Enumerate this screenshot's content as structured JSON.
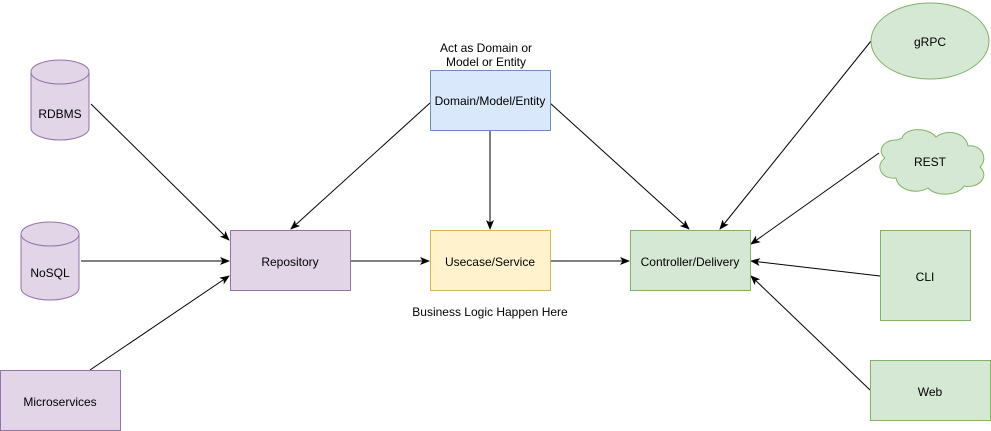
{
  "colors": {
    "purple_fill": "#e1d5e7",
    "purple_stroke": "#9673a6",
    "blue_fill": "#dae8fc",
    "blue_stroke": "#6c8ebf",
    "yellow_fill": "#fff2cc",
    "yellow_stroke": "#d6b656",
    "green_fill": "#d5e8d4",
    "green_stroke": "#82b366",
    "arrow": "#000000"
  },
  "nodes": {
    "rdbms": "RDBMS",
    "nosql": "NoSQL",
    "microservices": "Microservices",
    "repository": "Repository",
    "domain": "Domain/Model/Entity",
    "usecase": "Usecase/Service",
    "controller": "Controller/Delivery",
    "grpc": "gRPC",
    "rest": "REST",
    "cli": "CLI",
    "web": "Web"
  },
  "annotations": {
    "domain_note_line1": "Act as Domain or",
    "domain_note_line2": "Model or Entity",
    "usecase_note": "Business Logic Happen Here"
  }
}
